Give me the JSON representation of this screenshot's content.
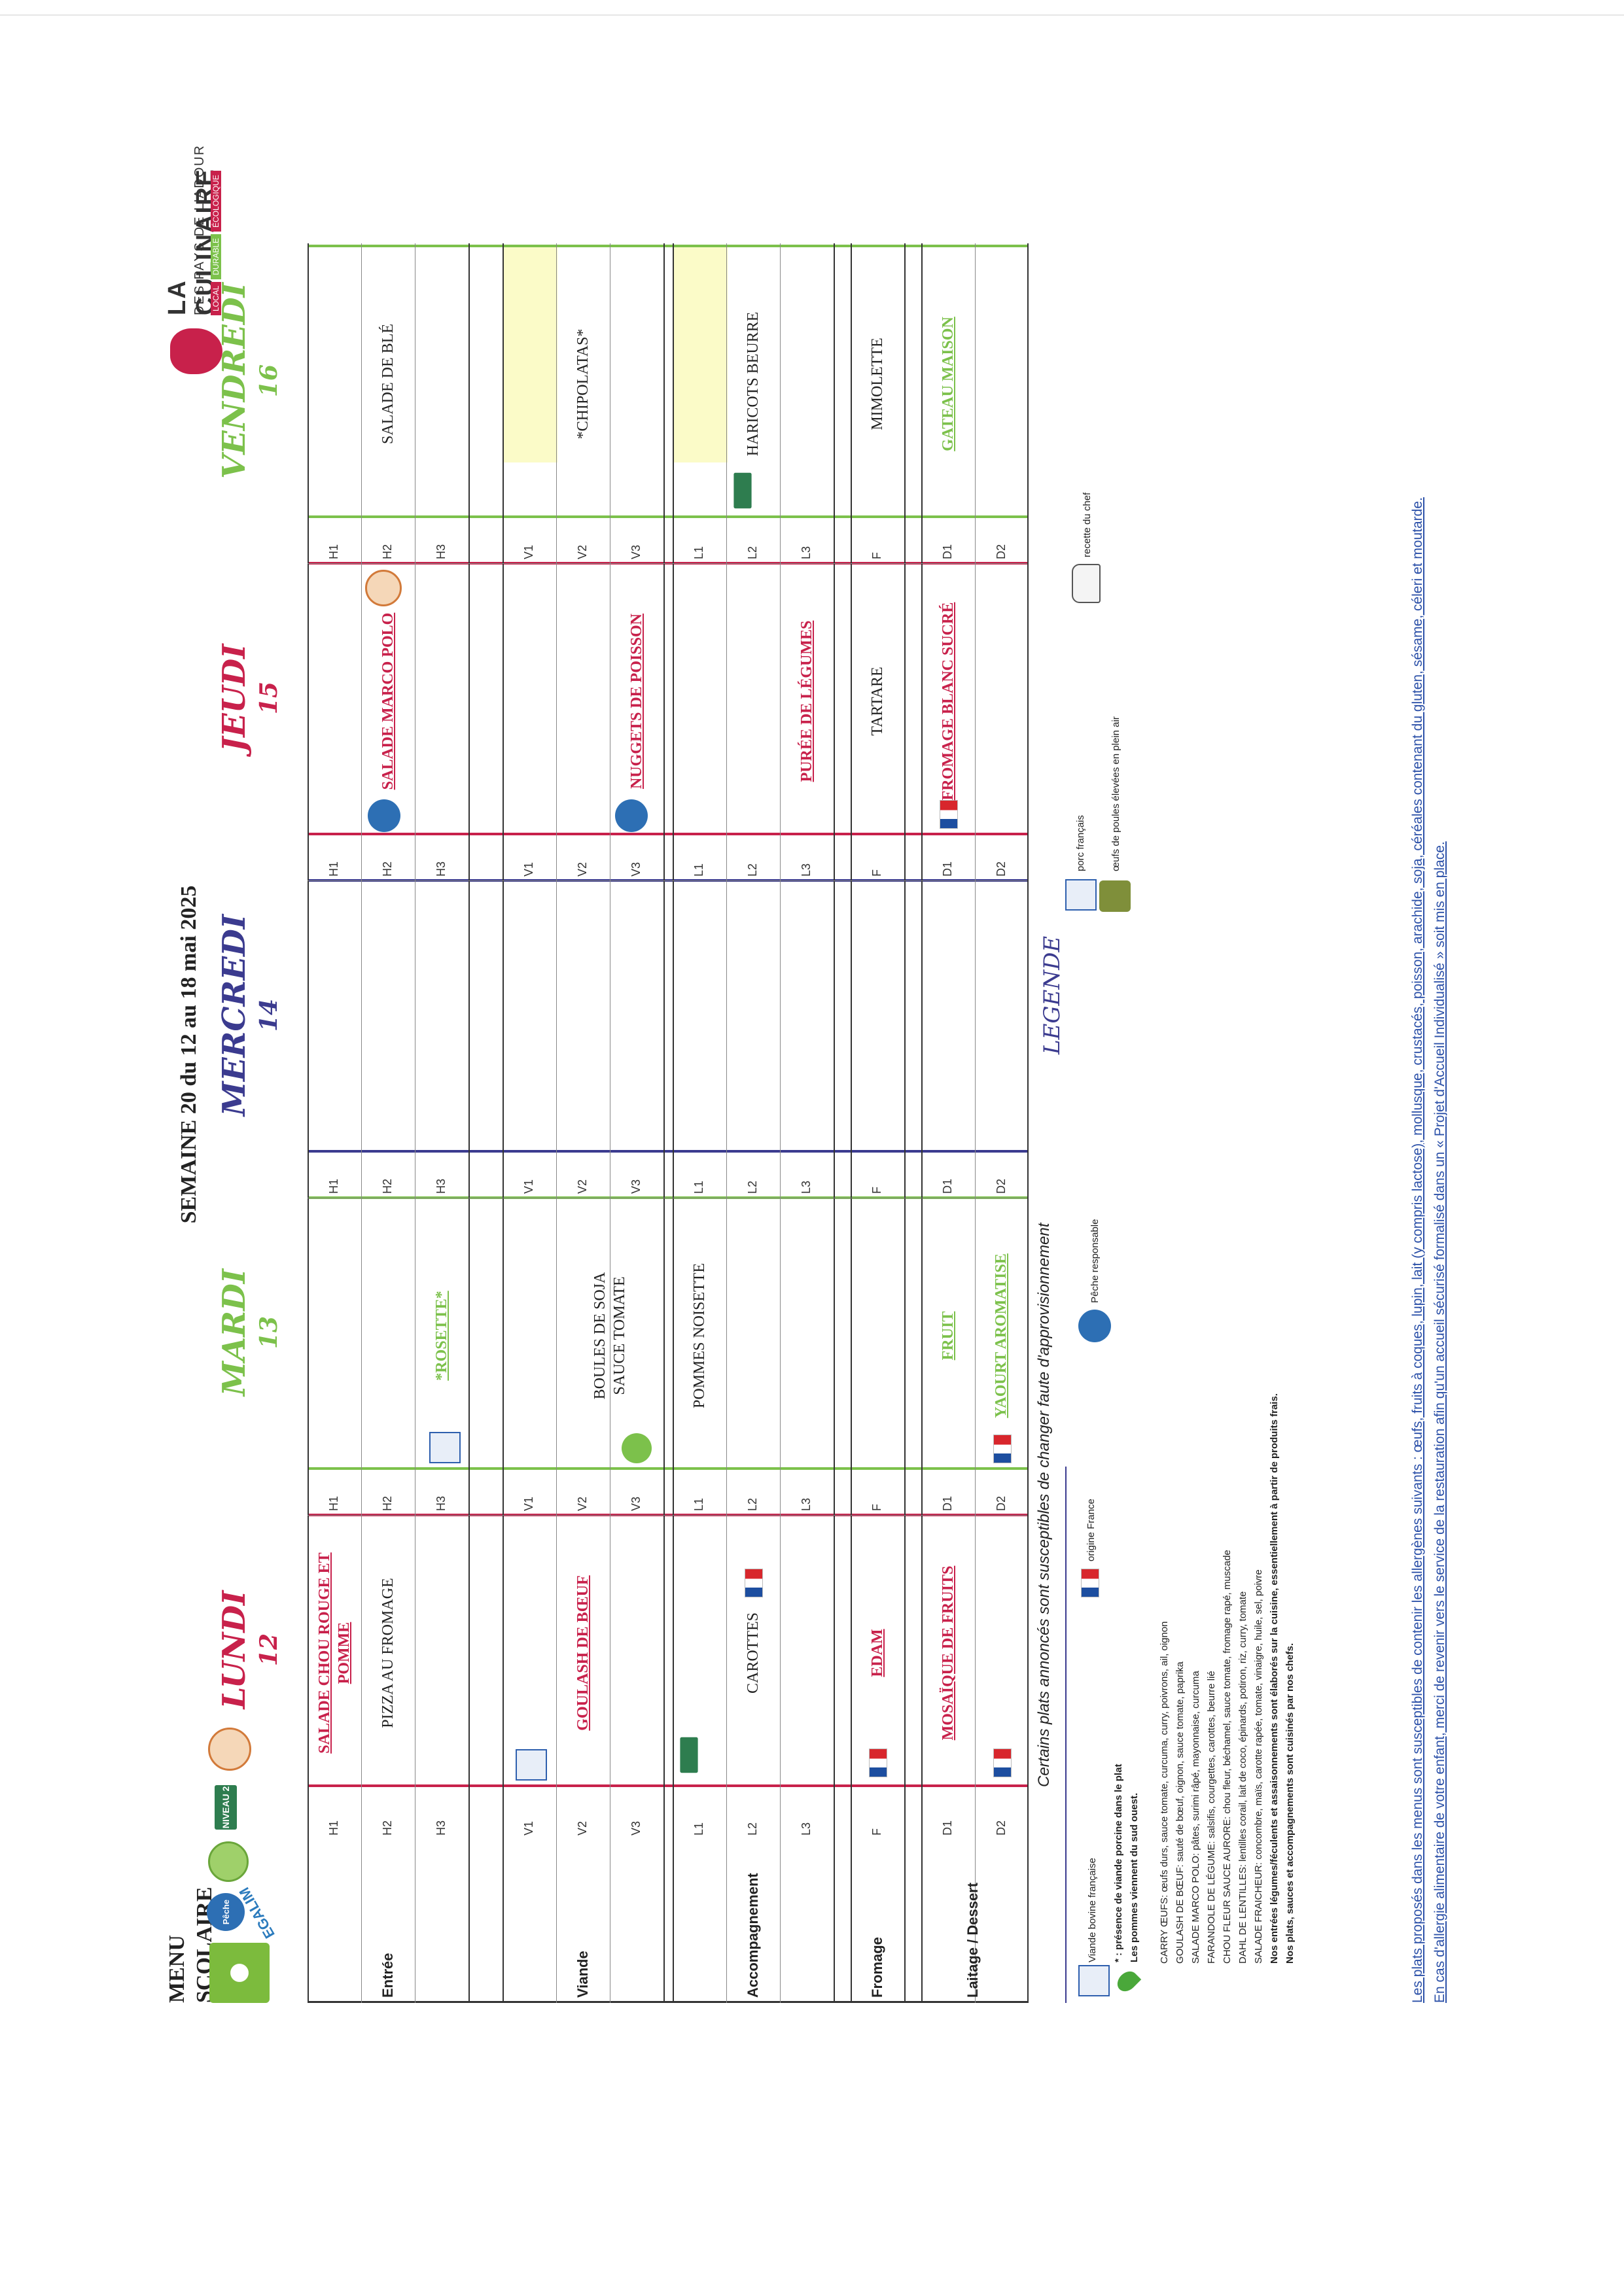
{
  "header": {
    "menu_title_line1": "MENU",
    "menu_title_line2": "SCOLAIRE",
    "semaine": "SEMAINE 20 du 12 au 18 mai 2025",
    "egalim": "EGALIM",
    "peche_badge": "Pêche",
    "niveau_badge": "NIVEAU 2"
  },
  "brand": {
    "name": "LA CULINAIRE",
    "sub": "DES PAYS DE L'ADOUR",
    "tags": [
      "LOCAL",
      "DURABLE",
      "ÉCOLOGIQUE"
    ]
  },
  "days": [
    {
      "name": "LUNDI",
      "num": "12"
    },
    {
      "name": "MARDI",
      "num": "13"
    },
    {
      "name": "MERCREDI",
      "num": "14"
    },
    {
      "name": "JEUDI",
      "num": "15"
    },
    {
      "name": "VENDREDI",
      "num": "16"
    }
  ],
  "rows": {
    "entree": "Entrée",
    "viande": "Viande",
    "accompagnement": "Accompagnement",
    "fromage": "Fromage",
    "laitage": "Laitage / Dessert"
  },
  "codes": [
    "H1",
    "H2",
    "H3",
    "V1",
    "V2",
    "V3",
    "L1",
    "L2",
    "L3",
    "F",
    "D1",
    "D2"
  ],
  "menu": {
    "lundi": {
      "h1": "SALADE CHOU ROUGE ET POMME",
      "h2": "PIZZA AU FROMAGE",
      "v2": "GOULASH DE BŒUF",
      "l2": "CAROTTES",
      "f": "EDAM",
      "d1": "MOSAÏQUE DE FRUITS"
    },
    "mardi": {
      "h3": "*ROSETTE*",
      "v2": "BOULES DE SOJA",
      "v2b": "SAUCE TOMATE",
      "l1": "POMMES NOISETTE",
      "d1": "FRUIT",
      "d2": "YAOURT AROMATISE"
    },
    "jeudi": {
      "h2": "SALADE MARCO POLO",
      "v3": "NUGGETS DE POISSON",
      "l3": "PURÉE DE LÉGUMES",
      "f": "TARTARE",
      "d1": "FROMAGE BLANC SUCRÉ"
    },
    "vendredi": {
      "h2": "SALADE DE BLÉ",
      "v2": "*CHIPOLATAS*",
      "l2": "HARICOTS BEURRE",
      "f": "MIMOLETTE",
      "d1": "GATEAU MAISON"
    }
  },
  "note": "Certains plats annoncés sont susceptibles de changer faute d'approvisionnement",
  "legend": {
    "title": "LEGENDE",
    "viande_bovine": "Viande bovine française",
    "origine_france": "origine France",
    "peche_responsable": "Pêche responsable",
    "porc_francais": "porc français",
    "oeufs": "œufs de poules élevées en plein air",
    "recette_chef": "recette du chef",
    "porc_star": "* : présence de viande porcine dans le plat",
    "pommes": "Les pommes viennent du sud ouest."
  },
  "recipes": [
    "CARRY ŒUFS: œufs durs, sauce tomate, curcuma, curry, poivrons, ail, oignon",
    "GOULASH DE BŒUF: sauté de bœuf, oignon, sauce tomate, paprika",
    "SALADE MARCO POLO: pâtes, surimi râpé, mayonnaise, curcuma",
    "FARANDOLE DE LÉGUME: salsifis, courgettes, carottes, beurre lié",
    "CHOU FLEUR SAUCE AURORE: chou fleur, béchamel, sauce tomate, fromage rapé, muscade",
    "DAHL DE LENTILLES: lentilles corail, lait de coco, épinards, potiron, riz, curry, tomate",
    "SALADE FRAICHEUR: concombre, maïs, carotte rapée, tomate, vinaigre, huile, sel, poivre"
  ],
  "recipe_notes": [
    "Nos entrées légumes/féculents et assaisonnements sont élaborés sur la cuisine, essentiellement à partir de produits frais.",
    "Nos plats, sauces et accompagnements sont cuisinés par nos chefs."
  ],
  "footer": [
    "Les plats proposés dans les menus sont susceptibles de contenir les allergènes suivants : œufs, fruits à coques, lupin, lait (y compris lactose), mollusque, crustacés, poisson, arachide, soja, céréales contenant du gluten, sésame, céleri et moutarde.",
    "En cas d'allergie alimentaire de votre enfant, merci de revenir vers le service de la restauration afin qu'un accueil sécurisé formalisé dans un « Projet d'Accueil Individualisé » soit mis en place."
  ]
}
